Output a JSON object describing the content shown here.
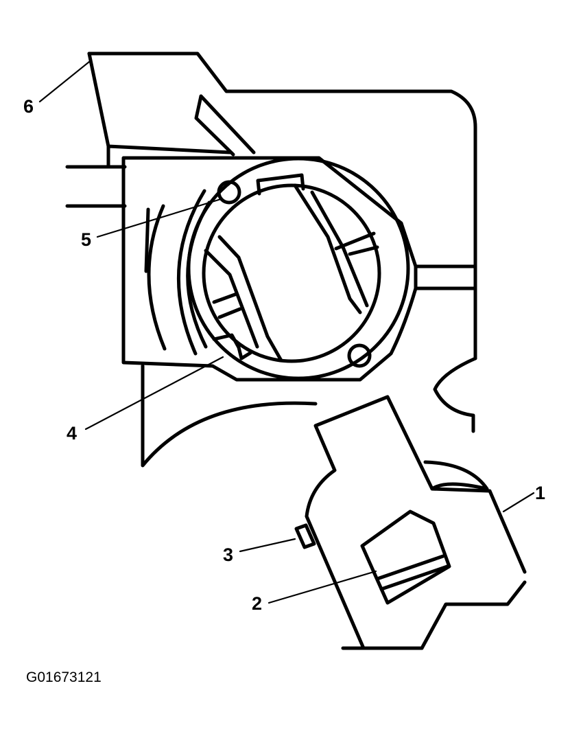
{
  "callouts": [
    "1",
    "2",
    "3",
    "4",
    "5",
    "6"
  ],
  "figure_id": "G01673121"
}
